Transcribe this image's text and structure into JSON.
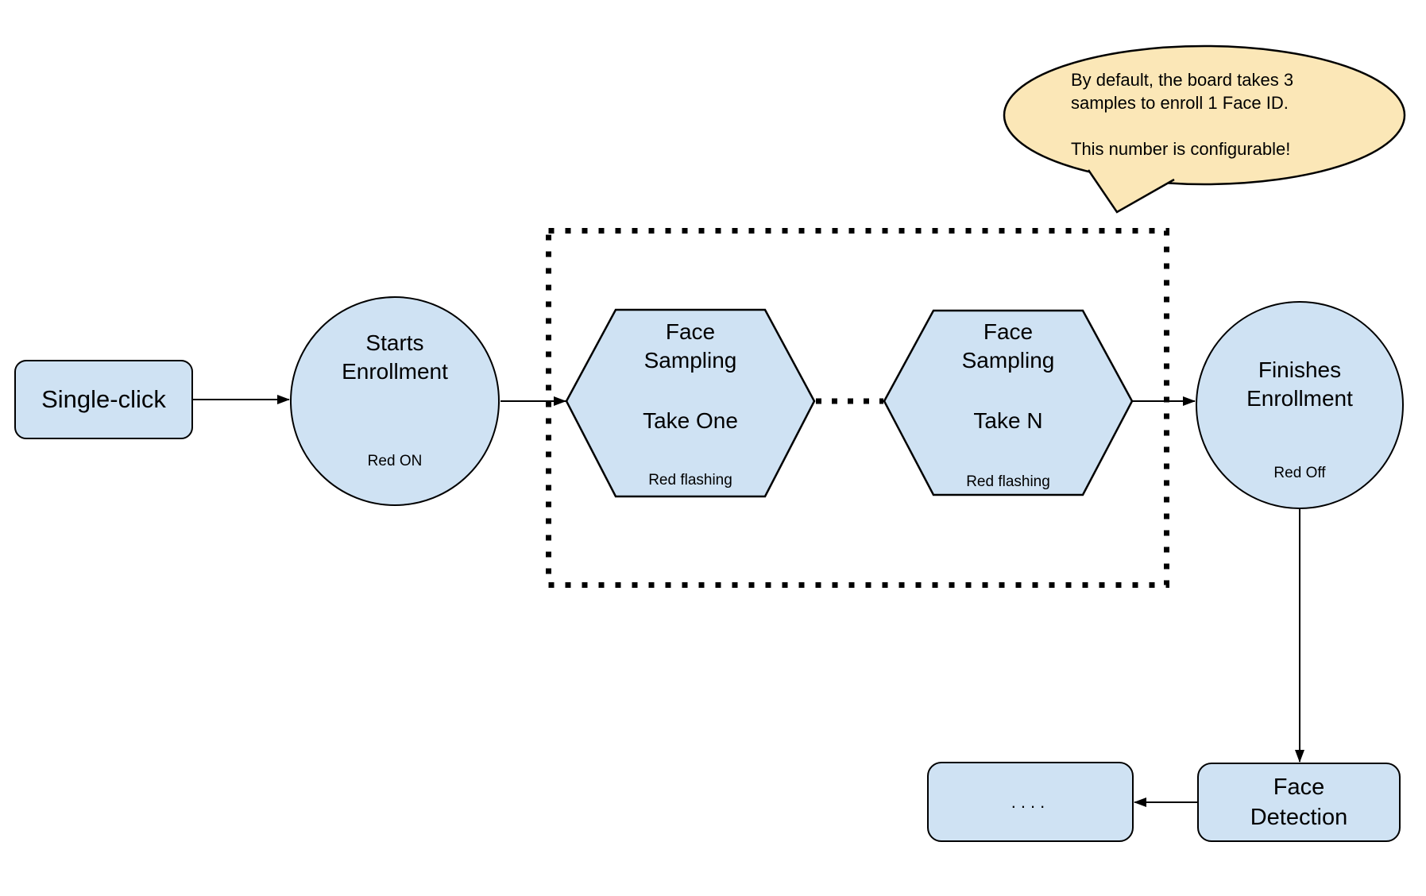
{
  "colors": {
    "node_fill": "#CFE2F3",
    "node_border": "#000000",
    "callout_fill": "#FBE7B7",
    "callout_border": "#000000",
    "connector": "#000000",
    "background": "#FFFFFF",
    "text": "#000000"
  },
  "callout": {
    "lines": [
      "By default, the board takes 3",
      "samples to enroll 1 Face ID.",
      "",
      "This number is configurable!"
    ]
  },
  "nodes": {
    "single_click": {
      "label": "Single-click"
    },
    "starts_enrollment": {
      "line1": "Starts",
      "line2": "Enrollment",
      "status": "Red ON"
    },
    "face_sampling_1": {
      "line1": "Face",
      "line2": "Sampling",
      "step": "Take One",
      "status": "Red flashing"
    },
    "face_sampling_n": {
      "line1": "Face",
      "line2": "Sampling",
      "step": "Take N",
      "status": "Red flashing"
    },
    "finishes_enrollment": {
      "line1": "Finishes",
      "line2": "Enrollment",
      "status": "Red Off"
    },
    "face_detection": {
      "line1": "Face",
      "line2": "Detection"
    },
    "placeholder": {
      "label": "...."
    }
  }
}
